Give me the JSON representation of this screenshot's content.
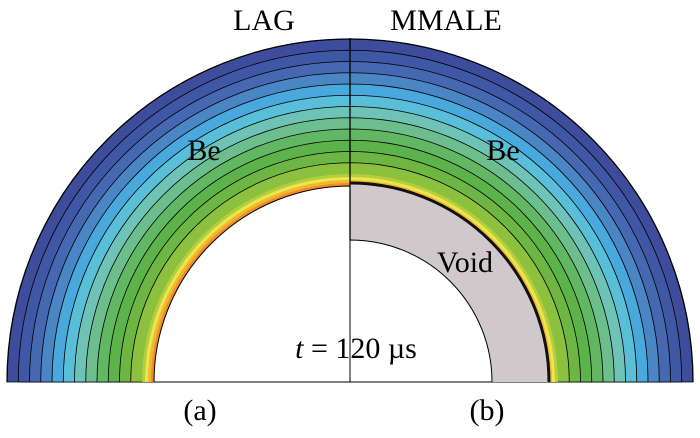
{
  "labels": {
    "left_method": "LAG",
    "right_method": "MMALE",
    "left_material": "Be",
    "right_material": "Be",
    "void": "Void",
    "time_var": "t",
    "time_value": " = 120 µs",
    "panel_a": "(a)",
    "panel_b": "(b)"
  },
  "colors": {
    "bands_outer_to_inner": [
      "#3d4d9b",
      "#3f58a6",
      "#4568b0",
      "#4a85c4",
      "#49a9dc",
      "#59bfd9",
      "#6ec3b6",
      "#6cbf8d",
      "#62b763",
      "#5cb349",
      "#6db643",
      "#8bc13f"
    ],
    "thin_rings_outer_to_inner": [
      "#b5cf3a",
      "#e9e553",
      "#f1b92a",
      "#f08b2c"
    ],
    "void_fill": "#d0c9cb",
    "interface_line": "#111111",
    "outline": "#000000"
  }
}
